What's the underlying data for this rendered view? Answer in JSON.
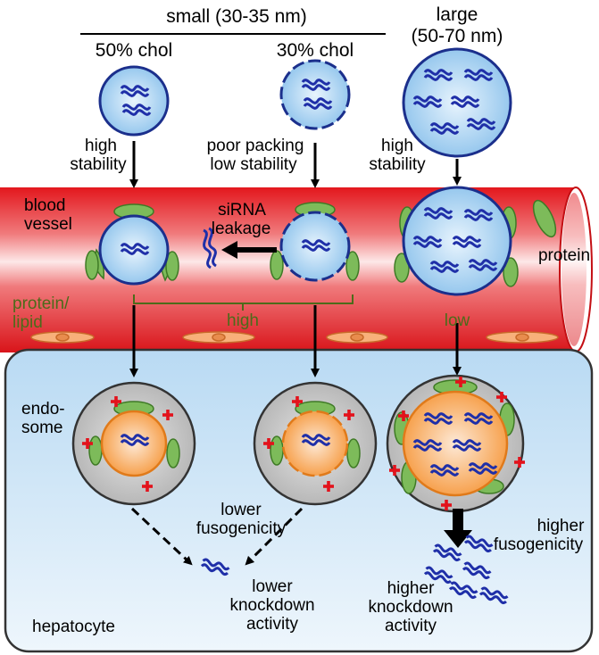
{
  "header": {
    "small_group": "small (30-35 nm)",
    "col1": "50% chol",
    "col2": "30% chol",
    "large_line1": "large",
    "large_line2": "(50-70 nm)"
  },
  "stability": {
    "col1_line1": "high",
    "col1_line2": "stability",
    "col2_line1": "poor packing",
    "col2_line2": "low stability",
    "col3_line1": "high",
    "col3_line2": "stability"
  },
  "vessel": {
    "label_line1": "blood",
    "label_line2": "vessel",
    "leak_line1": "siRNA",
    "leak_line2": "leakage",
    "protein_lipid_line1": "protein/",
    "protein_lipid_line2": "lipid",
    "high": "high",
    "low": "low",
    "protein": "protein"
  },
  "cell": {
    "endosome_line1": "endo-",
    "endosome_line2": "some",
    "lower_fus_line1": "lower",
    "lower_fus_line2": "fusogenicity",
    "higher_fus_line1": "higher",
    "higher_fus_line2": "fusogenicity",
    "lower_kd_line1": "lower",
    "lower_kd_line2": "knockdown",
    "lower_kd_line3": "activity",
    "higher_kd_line1": "higher",
    "higher_kd_line2": "knockdown",
    "higher_kd_line3": "activity",
    "hepatocyte": "hepatocyte"
  },
  "colors": {
    "vessel_red": "#e0151c",
    "lnp_blue": "#a9d2f2",
    "lnp_border": "#1b2f8c",
    "sirna": "#1f2fa8",
    "protein_green": "#7dbb5a",
    "endosome_gray": "#bfbfbf",
    "endosome_core": "#f7a24e",
    "cell_blue": "#cfe6f7",
    "plus_red": "#e3121b"
  }
}
